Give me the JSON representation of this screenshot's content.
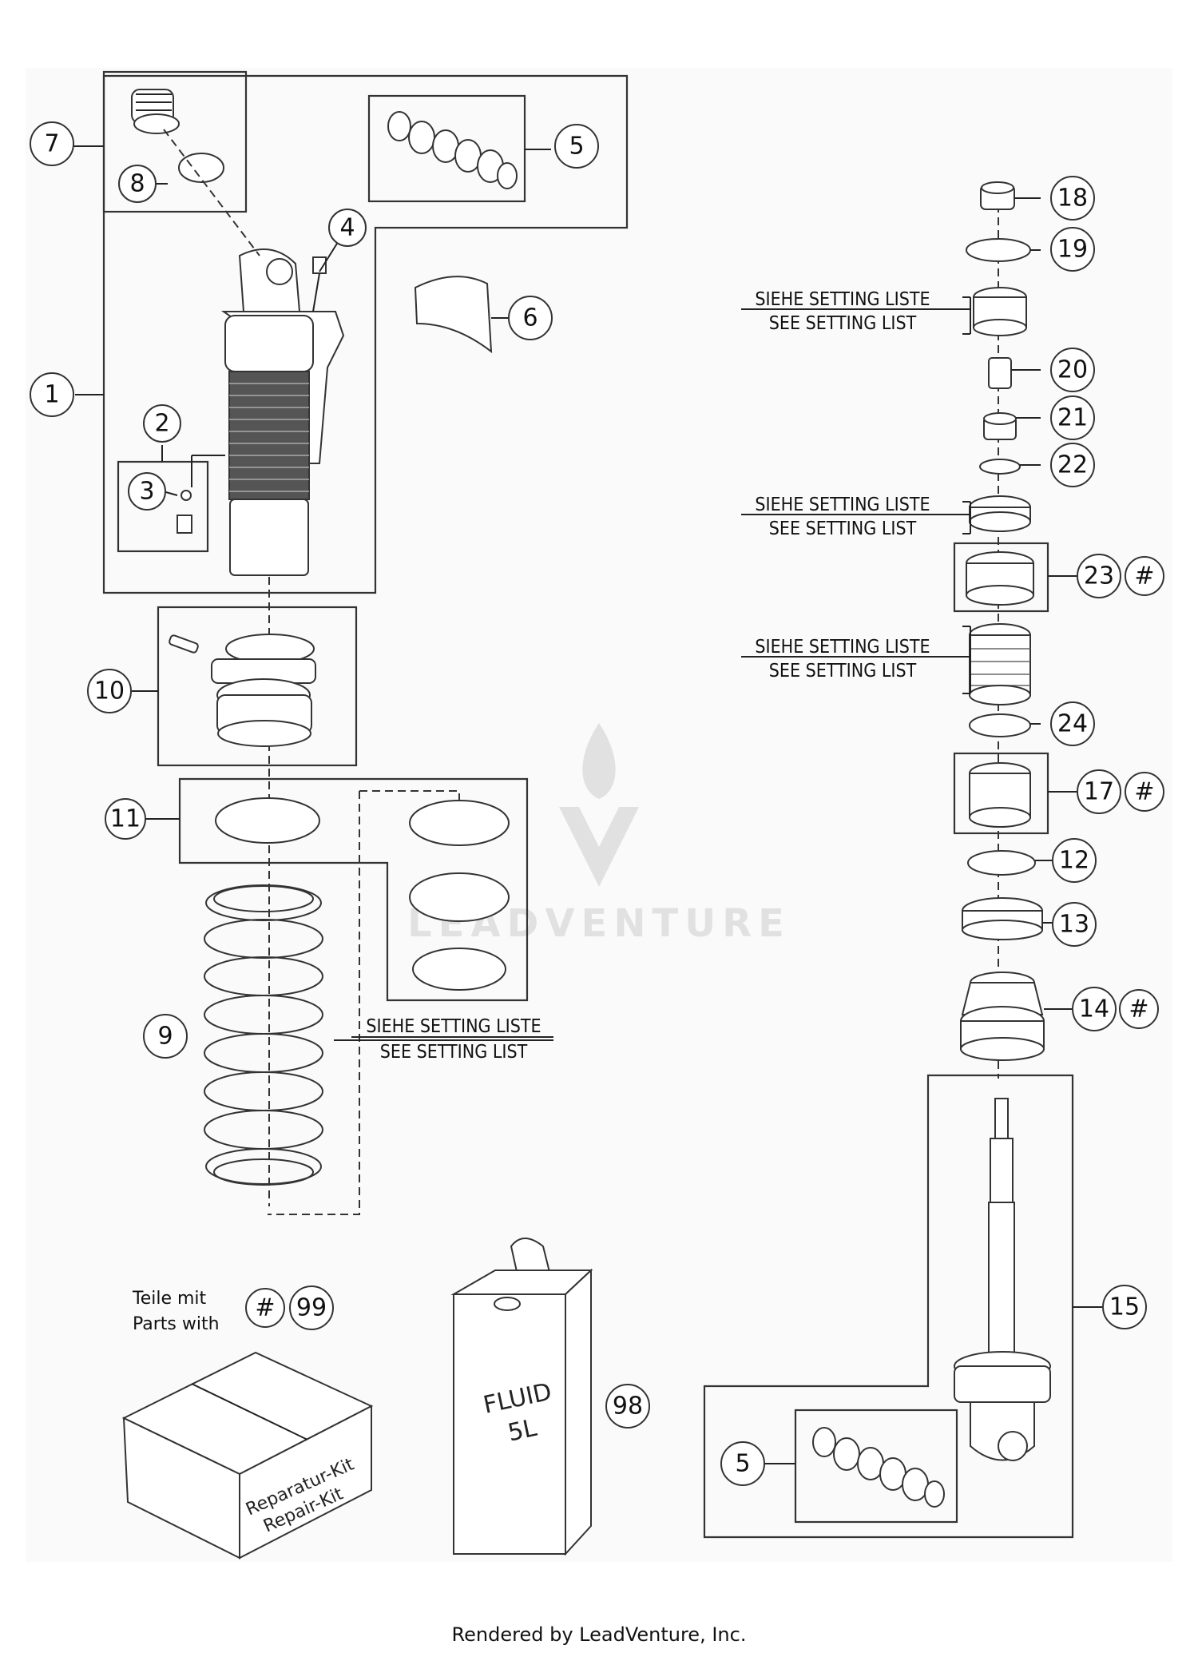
{
  "callouts": {
    "c1": "1",
    "c2": "2",
    "c3": "3",
    "c4": "4",
    "c5a": "5",
    "c5b": "5",
    "c6": "6",
    "c7": "7",
    "c8": "8",
    "c9": "9",
    "c10": "10",
    "c11": "11",
    "c12": "12",
    "c13": "13",
    "c14": "14",
    "c15": "15",
    "c17": "17",
    "c18": "18",
    "c19": "19",
    "c20": "20",
    "c21": "21",
    "c22": "22",
    "c23": "23",
    "c24": "24",
    "c98": "98",
    "c99": "99",
    "hash": "#"
  },
  "notes": {
    "siehe": "SIEHE SETTING LISTE",
    "see": "SEE SETTING LIST"
  },
  "legend": {
    "de": "Teile mit",
    "en": "Parts with"
  },
  "kit": {
    "de": "Reparatur-Kit",
    "en": "Repair-Kit"
  },
  "fluid": {
    "line1": "FLUID",
    "line2": "5L"
  },
  "watermark": "LEADVENTURE",
  "footer": "Rendered by LeadVenture, Inc."
}
